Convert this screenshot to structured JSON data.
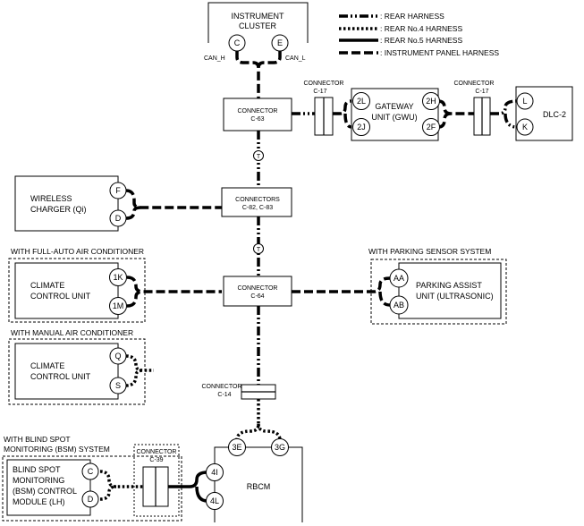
{
  "legend": [
    {
      "id": "rear",
      "label": ": REAR HARNESS"
    },
    {
      "id": "rear4",
      "label": ": REAR No.4 HARNESS"
    },
    {
      "id": "rear5",
      "label": ": REAR No.5 HARNESS"
    },
    {
      "id": "ip",
      "label": ": INSTRUMENT PANEL HARNESS"
    }
  ],
  "instrument_cluster": {
    "line1": "INSTRUMENT",
    "line2": "CLUSTER",
    "pin_c": "C",
    "pin_e": "E",
    "can_h": "CAN_H",
    "can_l": "CAN_L"
  },
  "c63": {
    "line1": "CONNECTOR",
    "line2": "C-63"
  },
  "c17a": {
    "line1": "CONNECTOR",
    "line2": "C-17"
  },
  "c17b": {
    "line1": "CONNECTOR",
    "line2": "C-17"
  },
  "gwu": {
    "line1": "GATEWAY",
    "line2": "UNIT (GWU)",
    "pin_2l": "2L",
    "pin_2j": "2J",
    "pin_2h": "2H",
    "pin_2f": "2F"
  },
  "dlc": {
    "label": "DLC-2",
    "pin_l": "L",
    "pin_k": "K"
  },
  "wireless": {
    "line1": "WIRELESS",
    "line2": "CHARGER (Qi)",
    "pin_f": "F",
    "pin_d": "D"
  },
  "c82": {
    "line1": "CONNECTORS",
    "line2": "C-82, C-83"
  },
  "full_auto": {
    "header": "WITH FULL-AUTO AIR CONDITIONER",
    "line1": "CLIMATE",
    "line2": "CONTROL UNIT",
    "pin_1k": "1K",
    "pin_1m": "1M"
  },
  "c64": {
    "line1": "CONNECTOR",
    "line2": "C-64"
  },
  "parking": {
    "header": "WITH PARKING SENSOR SYSTEM",
    "line1": "PARKING ASSIST",
    "line2": "UNIT (ULTRASONIC)",
    "pin_aa": "AA",
    "pin_ab": "AB"
  },
  "manual": {
    "header": "WITH MANUAL AIR CONDITIONER",
    "line1": "CLIMATE",
    "line2": "CONTROL UNIT",
    "pin_q": "Q",
    "pin_s": "S"
  },
  "c14": {
    "line1": "CONNECTOR",
    "line2": "C-14"
  },
  "bsm": {
    "header1": "WITH BLIND SPOT",
    "header2": "MONITORING (BSM) SYSTEM",
    "line1": "BLIND SPOT",
    "line2": "MONITORING",
    "line3": "(BSM) CONTROL",
    "line4": "MODULE (LH)",
    "pin_c": "C",
    "pin_d": "D"
  },
  "c39": {
    "line1": "CONNECTOR",
    "line2": "C-39"
  },
  "rbcm": {
    "label": "RBCM",
    "pin_3e": "3E",
    "pin_3g": "3G",
    "pin_4i": "4I",
    "pin_4l": "4L"
  },
  "twist_symbol": "T"
}
